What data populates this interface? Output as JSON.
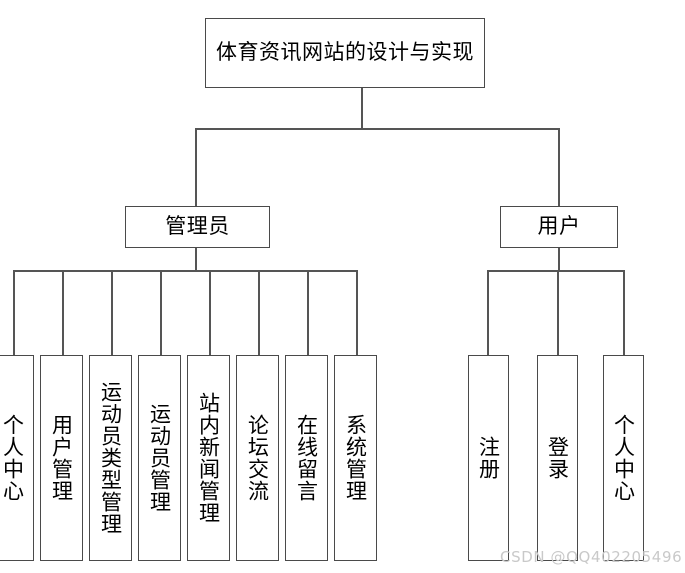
{
  "diagram": {
    "type": "org-chart",
    "title": "体育资讯网站的设计与实现",
    "root": {
      "label": "体育资讯网站的设计与实现"
    },
    "branches": [
      {
        "label": "管理员",
        "children": [
          {
            "label": "个人中心"
          },
          {
            "label": "用户管理"
          },
          {
            "label": "运动员类型管理"
          },
          {
            "label": "运动员管理"
          },
          {
            "label": "站内新闻管理"
          },
          {
            "label": "论坛交流"
          },
          {
            "label": "在线留言"
          },
          {
            "label": "系统管理"
          }
        ]
      },
      {
        "label": "用户",
        "children": [
          {
            "label": "注册"
          },
          {
            "label": "登录"
          },
          {
            "label": "个人中心"
          }
        ]
      }
    ]
  },
  "watermark": {
    "text": "CSDN @QQ402205496"
  },
  "colors": {
    "background": "#ffffff",
    "box_border": "#4a4a4a",
    "connector": "#555555",
    "text": "#000000",
    "watermark": "#c9c9c9"
  }
}
